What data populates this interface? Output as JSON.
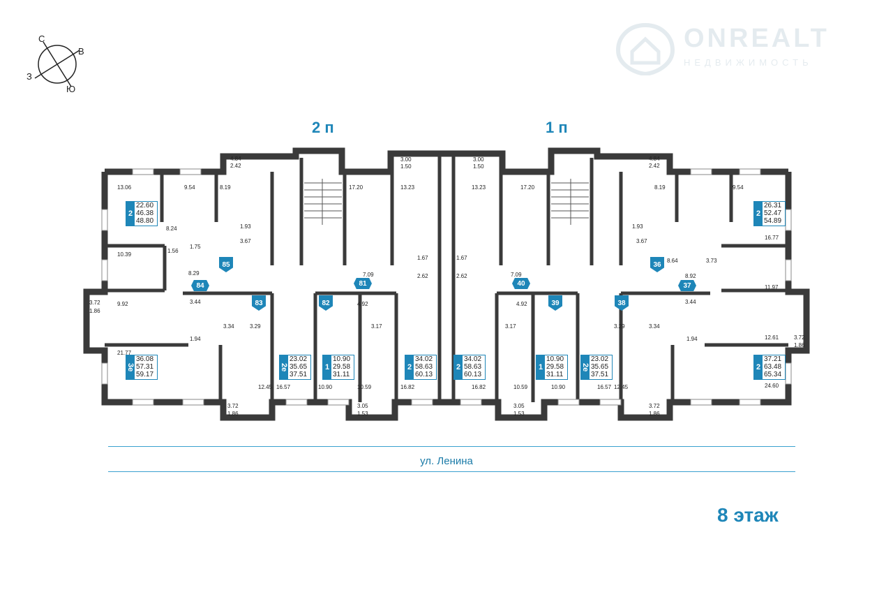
{
  "compass": {
    "n": "С",
    "e": "В",
    "s": "Ю",
    "w": "З"
  },
  "logo": {
    "name": "ONREALT",
    "tagline": "НЕДВИЖИМОСТЬ"
  },
  "entrances": {
    "left": "2 п",
    "right": "1 п"
  },
  "street": "ул. Ленина",
  "floor": "8 этаж",
  "colors": {
    "accent": "#1e86b8",
    "wall": "#3a3a3a",
    "box_border": "#1e86b8"
  },
  "apartments": [
    {
      "num": "85",
      "rooms": "2",
      "living": "22.60",
      "total": "46.38",
      "with_balcony": "48.80"
    },
    {
      "num": "84",
      "rooms": "3e",
      "living": "36.08",
      "total": "57.31",
      "with_balcony": "59.17"
    },
    {
      "num": "83",
      "rooms": "2e",
      "living": "23.02",
      "total": "35.65",
      "with_balcony": "37.51"
    },
    {
      "num": "82",
      "rooms": "1",
      "living": "10.90",
      "total": "29.58",
      "with_balcony": "31.11"
    },
    {
      "num": "81",
      "rooms": "2",
      "living": "34.02",
      "total": "58.63",
      "with_balcony": "60.13"
    },
    {
      "num": "40",
      "rooms": "2",
      "living": "34.02",
      "total": "58.63",
      "with_balcony": "60.13"
    },
    {
      "num": "39",
      "rooms": "1",
      "living": "10.90",
      "total": "29.58",
      "with_balcony": "31.11"
    },
    {
      "num": "38",
      "rooms": "2e",
      "living": "23.02",
      "total": "35.65",
      "with_balcony": "37.51"
    },
    {
      "num": "37",
      "rooms": "2",
      "living": "37.21",
      "total": "63.48",
      "with_balcony": "65.34"
    },
    {
      "num": "36",
      "rooms": "2",
      "living": "26.31",
      "total": "52.47",
      "with_balcony": "54.89"
    }
  ],
  "room_areas": [
    "13.06",
    "9.54",
    "8.19",
    "8.24",
    "1.93",
    "3.67",
    "17.20",
    "13.23",
    "10.39",
    "1.56",
    "1.75",
    "8.29",
    "3.44",
    "3.34",
    "3.29",
    "1.94",
    "3.72",
    "1.86",
    "9.92",
    "21.77",
    "12.45",
    "16.57",
    "10.90",
    "10.59",
    "3.17",
    "4.92",
    "7.09",
    "1.67",
    "2.62",
    "16.82",
    "3.05",
    "1.53",
    "3.00",
    "1.50",
    "4.84",
    "2.42",
    "16.77",
    "8.64",
    "3.73",
    "11.97",
    "8.92",
    "12.61",
    "24.60"
  ]
}
